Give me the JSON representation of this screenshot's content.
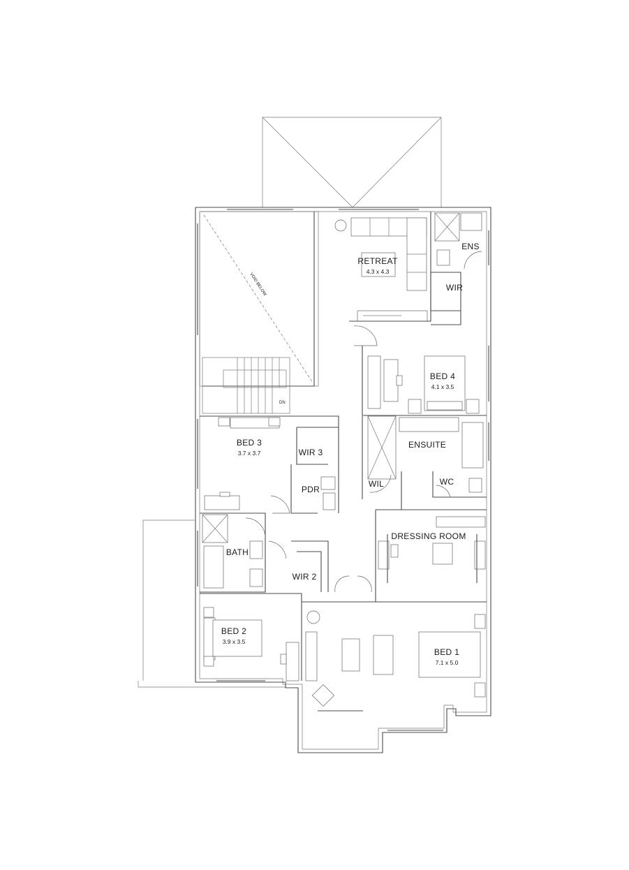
{
  "rooms": {
    "retreat": {
      "name": "RETREAT",
      "size": "4.3 x 4.3"
    },
    "ens": {
      "name": "ENS"
    },
    "wir": {
      "name": "WIR"
    },
    "bed4": {
      "name": "BED 4",
      "size": "4.1 x 3.5"
    },
    "bed3": {
      "name": "BED 3",
      "size": "3.7 x 3.7"
    },
    "wir3": {
      "name": "WIR 3"
    },
    "pdr": {
      "name": "PDR"
    },
    "ensuite": {
      "name": "ENSUITE"
    },
    "wil": {
      "name": "WIL"
    },
    "wc": {
      "name": "WC"
    },
    "dressing": {
      "name": "DRESSING ROOM"
    },
    "bath": {
      "name": "BATH"
    },
    "wir2": {
      "name": "WIR 2"
    },
    "bed2": {
      "name": "BED 2",
      "size": "3.9 x 3.5"
    },
    "bed1": {
      "name": "BED 1",
      "size": "7.1 x 5.0"
    }
  },
  "annotations": {
    "void": "VOID BELOW",
    "stair_dn": "DN"
  }
}
